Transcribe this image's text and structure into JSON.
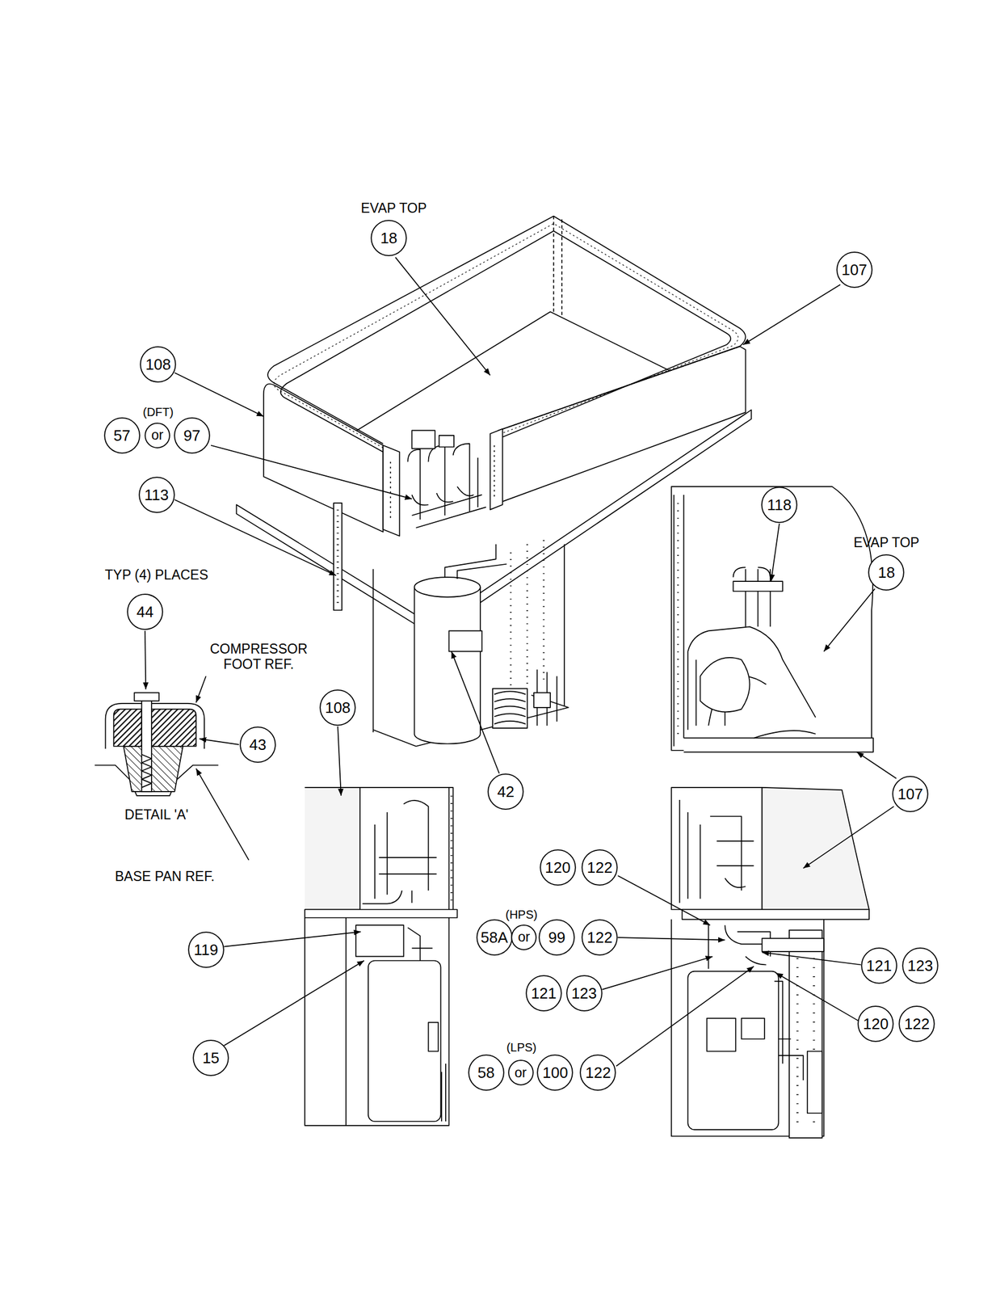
{
  "diagram": {
    "nodes": [
      {
        "text": [
          "18"
        ]
      },
      {
        "text": [
          "107"
        ]
      },
      {
        "text": [
          "108"
        ]
      },
      {
        "text": [
          "57"
        ]
      },
      {
        "text": [
          "or"
        ]
      },
      {
        "text": [
          "97"
        ]
      },
      {
        "text": [
          "113"
        ]
      },
      {
        "text": [
          "118"
        ]
      },
      {
        "text": [
          "18"
        ]
      },
      {
        "text": [
          "44"
        ]
      },
      {
        "text": [
          "108"
        ]
      },
      {
        "text": [
          "43"
        ]
      },
      {
        "text": [
          "42"
        ]
      },
      {
        "text": [
          "107"
        ]
      },
      {
        "text": [
          "120"
        ]
      },
      {
        "text": [
          "122"
        ]
      },
      {
        "text": [
          "58A"
        ]
      },
      {
        "text": [
          "or"
        ]
      },
      {
        "text": [
          "99"
        ]
      },
      {
        "text": [
          "122"
        ]
      },
      {
        "text": [
          "119"
        ]
      },
      {
        "text": [
          "121"
        ]
      },
      {
        "text": [
          "123"
        ]
      },
      {
        "text": [
          "121"
        ]
      },
      {
        "text": [
          "123"
        ]
      },
      {
        "text": [
          "120"
        ]
      },
      {
        "text": [
          "122"
        ]
      },
      {
        "text": [
          "15"
        ]
      },
      {
        "text": [
          "58"
        ]
      },
      {
        "text": [
          "or"
        ]
      },
      {
        "text": [
          "100"
        ]
      },
      {
        "text": [
          "122"
        ]
      }
    ],
    "labels": [
      "EVAP TOP",
      "(DFT)",
      "EVAP TOP",
      "TYP (4) PLACES",
      "COMPRESSOR FOOT REF.",
      "DETAIL 'A'",
      "BASE PAN REF.",
      "(HPS)",
      "(LPS)"
    ]
  }
}
